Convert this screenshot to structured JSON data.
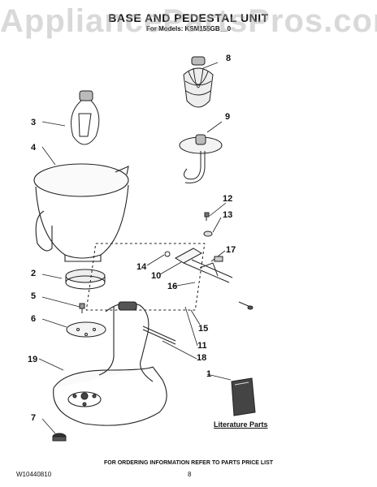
{
  "watermark": "AppliancePartsPros.com",
  "header": {
    "title": "BASE AND PEDESTAL UNIT",
    "subtitle": "For Models: KSM155GB__0"
  },
  "callouts": [
    "1",
    "2",
    "3",
    "4",
    "5",
    "6",
    "7",
    "8",
    "9",
    "10",
    "11",
    "12",
    "13",
    "14",
    "15",
    "16",
    "17",
    "18",
    "19"
  ],
  "literature_label": "Literature Parts",
  "footer": {
    "doc_number": "W10440810",
    "ordering_note": "FOR ORDERING INFORMATION REFER TO PARTS PRICE LIST",
    "page": "8"
  }
}
